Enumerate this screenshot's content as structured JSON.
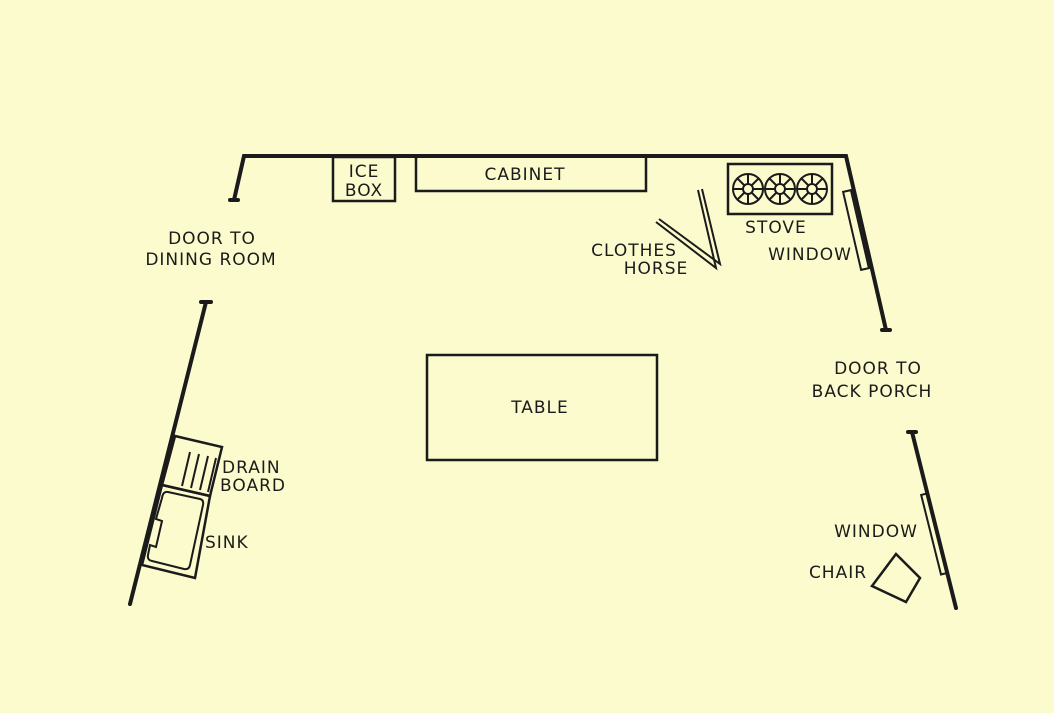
{
  "colors": {
    "background": "#fbfbcd",
    "ink": "#1b1b1b"
  },
  "labels": {
    "ice_box_line1": "ICE",
    "ice_box_line2": "BOX",
    "cabinet": "CABINET",
    "stove": "STOVE",
    "clothes_horse_line1": "CLOTHES",
    "clothes_horse_line2": "HORSE",
    "window_top": "WINDOW",
    "door_dining_line1": "DOOR TO",
    "door_dining_line2": "DINING ROOM",
    "door_porch_line1": "DOOR TO",
    "door_porch_line2": "BACK PORCH",
    "table": "TABLE",
    "drain_board_line1": "DRAIN",
    "drain_board_line2": "BOARD",
    "sink": "SINK",
    "window_bottom": "WINDOW",
    "chair": "CHAIR"
  }
}
